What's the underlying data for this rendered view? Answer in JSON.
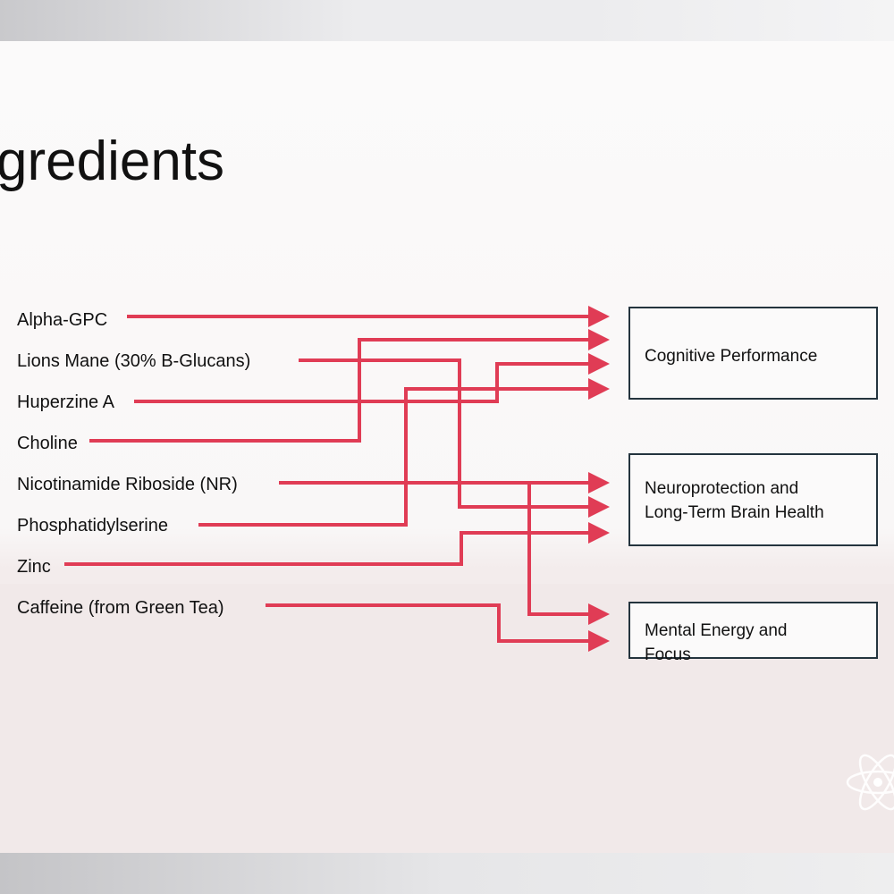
{
  "slide": {
    "title": "gredients"
  },
  "ingredients": [
    "Alpha-GPC",
    "Lions Mane (30% B-Glucans)",
    "Huperzine A",
    "Choline",
    "Nicotinamide Riboside (NR)",
    "Phosphatidylserine",
    "Zinc",
    "Caffeine (from Green Tea)"
  ],
  "outcomes": {
    "cognitive": "Cognitive Performance",
    "neuro_line1": "Neuroprotection and",
    "neuro_line2": "Long-Term Brain Health",
    "energy_line1": "Mental Energy and",
    "energy_line2": "Focus"
  },
  "colors": {
    "connector": "#e03c55",
    "box_border": "#24343e"
  },
  "icons": {
    "logo": "atom-icon"
  }
}
